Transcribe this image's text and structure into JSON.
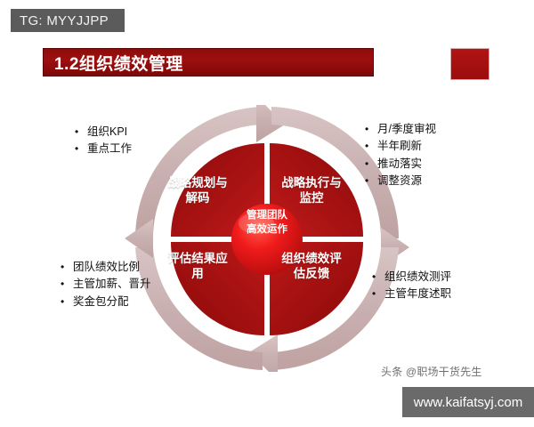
{
  "badge": {
    "label": "TG: MYYJJPP"
  },
  "title": {
    "text": "1.2组织绩效管理"
  },
  "wheel": {
    "hub": "管理团队\n高效运作",
    "hub_line1": "管理团队",
    "hub_line2": "高效运作",
    "quadrants": [
      {
        "id": "top-left",
        "line1": "战略规划与",
        "line2": "解码"
      },
      {
        "id": "top-right",
        "line1": "战略执行与",
        "line2": "监控"
      },
      {
        "id": "bottom-left",
        "line1": "评估结果应",
        "line2": "用"
      },
      {
        "id": "bottom-right",
        "line1": "组织绩效评",
        "line2": "估反馈"
      }
    ]
  },
  "bullets": {
    "top_left": [
      "组织KPI",
      "重点工作"
    ],
    "top_right": [
      "月/季度审视",
      "半年刷新",
      "推动落实",
      "调整资源"
    ],
    "bottom_left": [
      "团队绩效比例",
      "主管加薪、晋升",
      "奖金包分配"
    ],
    "bottom_right": [
      "组织绩效测评",
      "主管年度述职"
    ],
    "marker": "•"
  },
  "watermark": {
    "handle": "头条 @职场干货先生",
    "url": "www.kaifatsyj.com"
  },
  "colors": {
    "title_bar_red": "#9e0f0f",
    "accent_red": "#b11414",
    "quadrant_red": "#a00f0f",
    "hub_red": "#e61c1c",
    "arrow_gray": "#cbb4b4",
    "badge_gray": "#5b5b5b",
    "watermark_gray": "#6a6a6a"
  }
}
